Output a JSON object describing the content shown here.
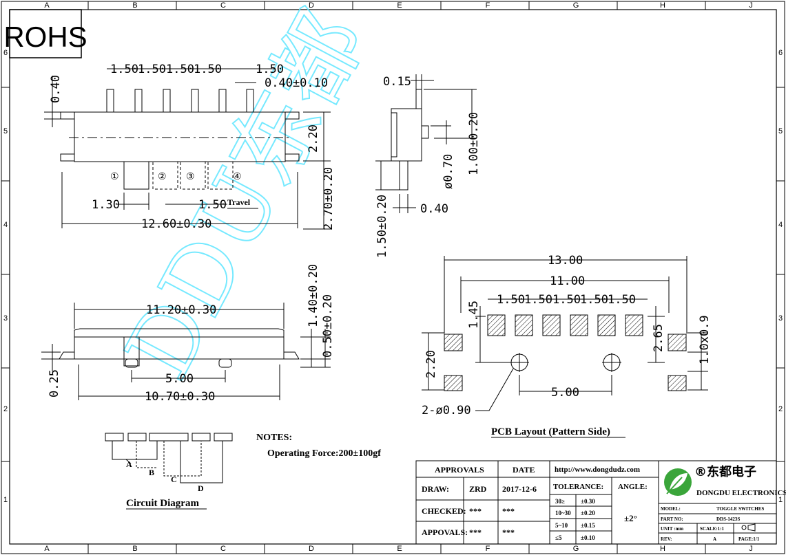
{
  "sheet": {
    "zones_cols": [
      "A",
      "B",
      "C",
      "D",
      "E",
      "F",
      "G",
      "H",
      "J"
    ],
    "zones_rows": [
      "6",
      "5",
      "4",
      "3",
      "2",
      "1"
    ],
    "rohs_label": "ROHS",
    "watermark": "DDU东都"
  },
  "front_view": {
    "pitch_labels": [
      "1.50",
      "1.50",
      "1.50",
      "1.50",
      "1.50"
    ],
    "pin_width": "0.40±0.10",
    "pin_height": "0.40",
    "body_height": "2.20",
    "total_height": "2.70±0.20",
    "positions": [
      "①",
      "②",
      "③",
      "④"
    ],
    "dim_130": "1.30",
    "dim_150": "1.50",
    "travel_label": "Travel",
    "length": "12.60±0.30"
  },
  "side_view": {
    "top": "0.15",
    "actuator": "1.00±0.20",
    "diameter": "ø0.70",
    "lead_len": "1.50±0.20",
    "lead_thk": "0.40"
  },
  "bottom_view": {
    "length_top": "11.20±0.30",
    "h1": "1.40±0.20",
    "h2": "0.50±0.20",
    "thk": "0.25",
    "peg_pitch": "5.00",
    "length_bottom": "10.70±0.30"
  },
  "pcb": {
    "overall": "13.00",
    "inner": "11.00",
    "pitch_labels": [
      "1.50",
      "1.50",
      "1.50",
      "1.50",
      "1.50"
    ],
    "d145": "1.45",
    "d265": "2.65",
    "pad": "1.0x0.9",
    "d220": "2.20",
    "hole_pitch": "5.00",
    "holes": "2-ø0.90",
    "title": "PCB Layout (Pattern Side)"
  },
  "circuit": {
    "labels": [
      "A",
      "B",
      "C",
      "D"
    ],
    "title": "Circuit Diagram"
  },
  "notes": {
    "heading": "NOTES:",
    "line1": "Operating Force:200±100gf"
  },
  "title_block": {
    "approvals": "APPROVALS",
    "date": "DATE",
    "url": "http://www.dongdudz.com",
    "draw_label": "DRAW:",
    "draw_name": "ZRD",
    "draw_date": "2017-12-6",
    "checked_label": "CHECKED:",
    "checked_name": "***",
    "checked_date": "***",
    "appovals_label": "APPOVALS:",
    "appovals_name": "***",
    "appovals_date": "***",
    "tolerance_label": "TOLERANCE:",
    "angle_label": "ANGLE:",
    "tol_ranges": [
      "30≥",
      "10~30",
      "5~10",
      "≤5"
    ],
    "tol_values": [
      "±0.30",
      "±0.20",
      "±0.15",
      "±0.10"
    ],
    "angle_value": "±2°",
    "company_cn": "®东都电子",
    "company_en": "DONGDU ELECTRONICS",
    "model_label": "MODEL:",
    "model_value": "TOGGLE SWITCHES",
    "part_label": "PART NO:",
    "part_value": "DDS-1423S",
    "unit_label": "UNIT :mm",
    "scale_label": "SCALE:1:1",
    "rev_label": "REV:",
    "rev_value": "A",
    "page_label": "PAGE:1/1",
    "brand_color": "#3aa53a"
  }
}
